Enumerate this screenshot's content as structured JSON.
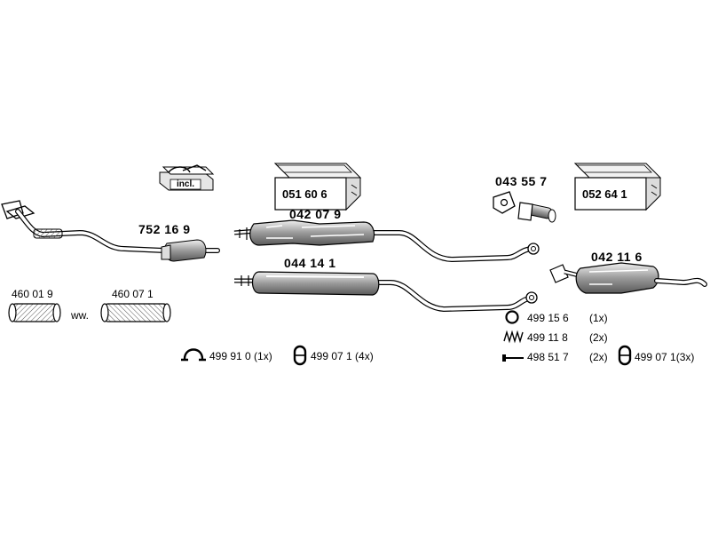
{
  "parts": {
    "front_pipe": "752 16 9",
    "mid_silencer_upper": "042 07 9",
    "mid_silencer_lower": "044 14 1",
    "rear_silencer": "042 11 6",
    "box_left": "051 60 6",
    "box_right": "052 64 1",
    "incl_box": "incl.",
    "flange": "043 55 7",
    "connector_1": "460 01 9",
    "connector_2": "460 07 1",
    "ww": "ww."
  },
  "hardware": {
    "clamp_left": "499 91 0 (1x)",
    "rubber_left": "499 07 1 (4x)",
    "gasket": "499 15 6",
    "gasket_qty": "(1x)",
    "spring": "499 11 8",
    "spring_qty": "(2x)",
    "bolt": "498 51 7",
    "bolt_qty": "(2x)",
    "rubber_right": "499 07 1(3x)"
  },
  "icons": [
    "box-icon",
    "flange-icon",
    "clamp-icon",
    "rubber-mount-icon",
    "gasket-ring-icon",
    "spring-icon",
    "bolt-icon"
  ]
}
